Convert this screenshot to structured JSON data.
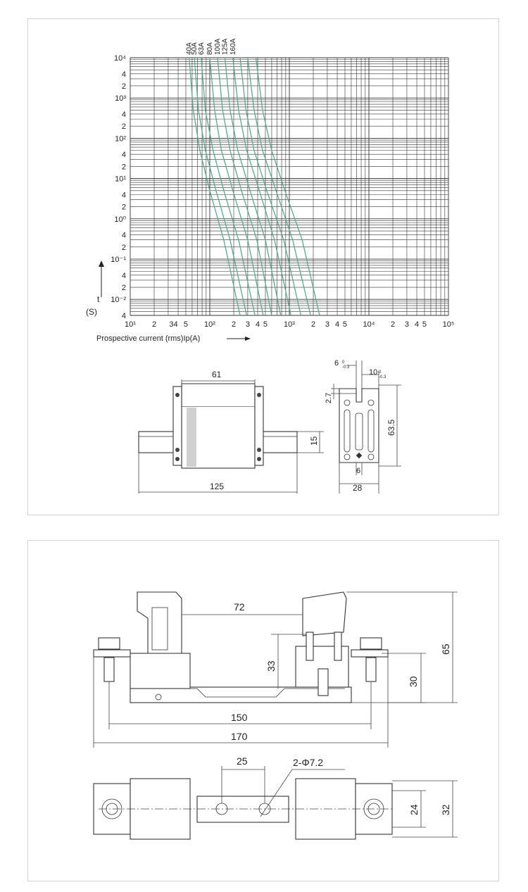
{
  "chart_data": {
    "type": "line",
    "x_scale": "log",
    "y_scale": "log",
    "xlim": [
      10,
      100000
    ],
    "ylim": [
      0.004,
      10000
    ],
    "x_ticks": [
      "10¹",
      "2",
      "34",
      "5",
      "10²",
      "2",
      "3",
      "4",
      "5",
      "10³",
      "2",
      "3",
      "4",
      "5",
      "10⁴",
      "2",
      "3",
      "4",
      "5",
      "10⁵"
    ],
    "y_ticks": [
      "10⁴",
      "4",
      "2",
      "10³",
      "4",
      "2",
      "10²",
      "4",
      "2",
      "10¹",
      "4",
      "2",
      "10⁰",
      "4",
      "2",
      "10⁻¹",
      "4",
      "2",
      "10⁻²",
      "4"
    ],
    "ylabel_t": "t",
    "ylabel_unit": "(S)",
    "xlabel": "Prospective current (rms)Ip(A)",
    "grid": true,
    "series_color": "#5aa88c",
    "series": [
      {
        "name": "40A",
        "x": [
          55,
          62,
          75,
          100,
          150,
          240
        ],
        "y": [
          10000,
          500,
          50,
          5,
          0.3,
          0.004
        ]
      },
      {
        "name": "50A",
        "x": [
          64,
          72,
          88,
          120,
          180,
          290
        ],
        "y": [
          10000,
          500,
          50,
          5,
          0.3,
          0.004
        ]
      },
      {
        "name": "63A",
        "x": [
          78,
          88,
          110,
          150,
          230,
          370
        ],
        "y": [
          10000,
          500,
          50,
          5,
          0.3,
          0.004
        ]
      },
      {
        "name": "80A",
        "x": [
          100,
          115,
          140,
          195,
          300,
          470
        ],
        "y": [
          10000,
          500,
          50,
          5,
          0.3,
          0.004
        ]
      },
      {
        "name": "100A",
        "x": [
          125,
          145,
          180,
          250,
          390,
          600
        ],
        "y": [
          10000,
          500,
          50,
          5,
          0.3,
          0.004
        ]
      },
      {
        "name": "125A",
        "x": [
          155,
          180,
          225,
          320,
          500,
          780
        ],
        "y": [
          10000,
          500,
          50,
          5,
          0.3,
          0.004
        ]
      },
      {
        "name": "160A",
        "x": [
          195,
          230,
          290,
          420,
          650,
          1050
        ],
        "y": [
          10000,
          500,
          50,
          5,
          0.3,
          0.004
        ]
      },
      {
        "name": "",
        "x": [
          240,
          285,
          360,
          520,
          850,
          1400
        ],
        "y": [
          10000,
          500,
          50,
          5,
          0.3,
          0.004
        ]
      },
      {
        "name": "",
        "x": [
          300,
          360,
          460,
          680,
          1100,
          1850
        ],
        "y": [
          10000,
          500,
          50,
          5,
          0.3,
          0.004
        ]
      },
      {
        "name": "",
        "x": [
          380,
          460,
          600,
          880,
          1450,
          2400
        ],
        "y": [
          10000,
          500,
          50,
          5,
          0.3,
          0.004
        ]
      }
    ]
  },
  "fuse_drawing": {
    "dim_width_top": "61",
    "dim_length": "125",
    "dim_blade": "15",
    "dim_slot_a": "6",
    "dim_slot_a_tol": "0\n-0.3",
    "dim_slot_b": "10",
    "dim_slot_b_tol": "0\n-0.3",
    "dim_notch": "2.7",
    "dim_height": "63.5",
    "dim_small": "6",
    "dim_base": "28"
  },
  "base_drawing": {
    "dim_72": "72",
    "dim_33": "33",
    "dim_30": "30",
    "dim_65": "65",
    "dim_150": "150",
    "dim_170": "170",
    "dim_25": "25",
    "dim_holes": "2-Φ7.2",
    "dim_24": "24",
    "dim_32": "32"
  }
}
